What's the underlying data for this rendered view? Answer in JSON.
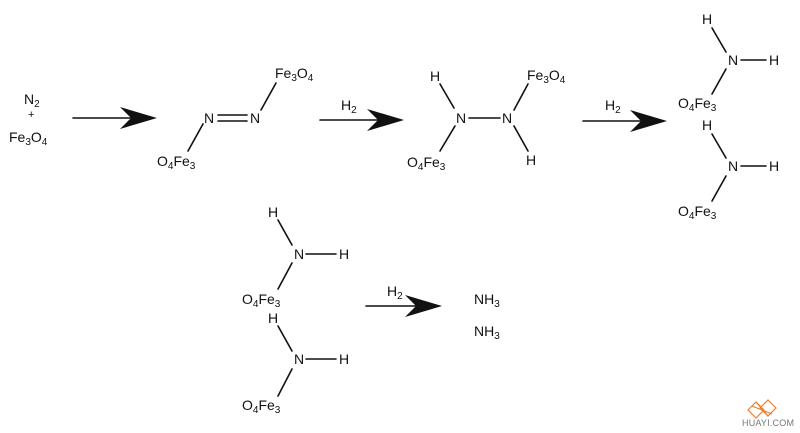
{
  "reactants": {
    "n2": {
      "base": "N",
      "sub": "2"
    },
    "plus": "+",
    "fe3o4": {
      "parts": [
        {
          "t": "Fe"
        },
        {
          "s": "3"
        },
        {
          "t": "O"
        },
        {
          "s": "4"
        }
      ]
    }
  },
  "labels": {
    "fe3o4": {
      "parts": [
        {
          "t": "Fe"
        },
        {
          "s": "3"
        },
        {
          "t": "O"
        },
        {
          "s": "4"
        }
      ]
    },
    "o4fe3": {
      "parts": [
        {
          "t": "O"
        },
        {
          "s": "4"
        },
        {
          "t": "Fe"
        },
        {
          "s": "3"
        }
      ]
    },
    "h2": {
      "parts": [
        {
          "t": "H"
        },
        {
          "s": "2"
        }
      ]
    },
    "nh3": {
      "parts": [
        {
          "t": "NH"
        },
        {
          "s": "3"
        }
      ]
    },
    "N": "N",
    "H": "H"
  },
  "watermark": {
    "text": "HUAYI.COM"
  },
  "colors": {
    "ink": "#111111",
    "watermark": "#f08030"
  }
}
